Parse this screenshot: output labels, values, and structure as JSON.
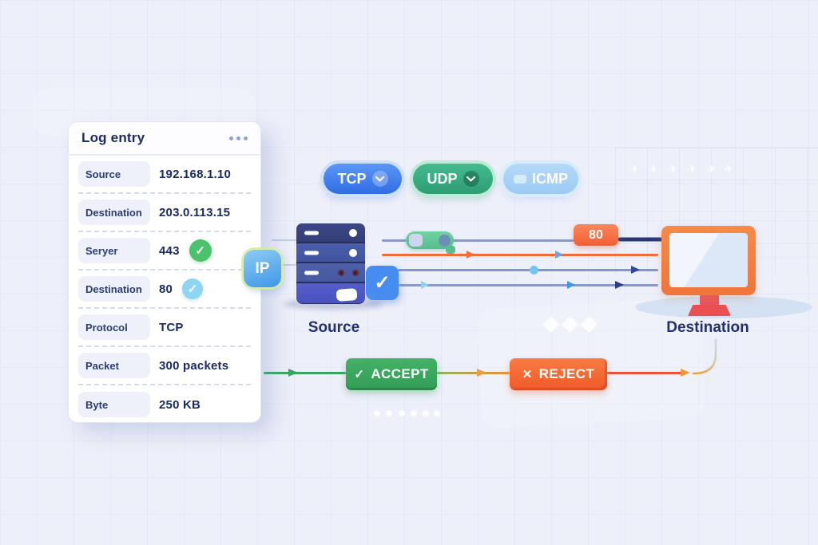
{
  "card": {
    "title": "Log entry",
    "rows": [
      {
        "label": "Source",
        "value": "192.168.1.10"
      },
      {
        "label": "Destination",
        "value": "203.0.113.15"
      },
      {
        "label": "Seryer",
        "value": "443"
      },
      {
        "label": "Destination",
        "value": "80"
      },
      {
        "label": "Protocol",
        "value": "TCP"
      },
      {
        "label": "Packet",
        "value": "300 packets"
      },
      {
        "label": "Byte",
        "value": "250 KB"
      }
    ]
  },
  "chips": [
    {
      "label": "TCP"
    },
    {
      "label": "UDP"
    },
    {
      "label": "ICMP"
    }
  ],
  "ip_badge": {
    "label": "IP"
  },
  "diagram": {
    "source_label": "Source",
    "destination_label": "Destination",
    "port_badge": "80"
  },
  "actions": {
    "accept": "ACCEPT",
    "reject": "REJECT"
  },
  "glyphs": {
    "check": "✓",
    "cross": "✕",
    "plane": "✈"
  },
  "icons": {
    "card_menu": "ellipsis-icon",
    "chip_dropdown": "chevron-down-icon",
    "row_verified_green": "check-circle-green-icon",
    "row_verified_blue": "check-circle-blue-icon",
    "source_node": "server-rack-icon",
    "destination_node": "monitor-icon",
    "accept": "check-icon",
    "reject": "cross-icon"
  },
  "colors": {
    "background": "#edeff9",
    "navy_text": "#1f2c66",
    "accent_blue": "#3d7ef0",
    "accent_green": "#36a77d",
    "accent_orange": "#f2602c",
    "line_gray": "#8b99c4"
  }
}
